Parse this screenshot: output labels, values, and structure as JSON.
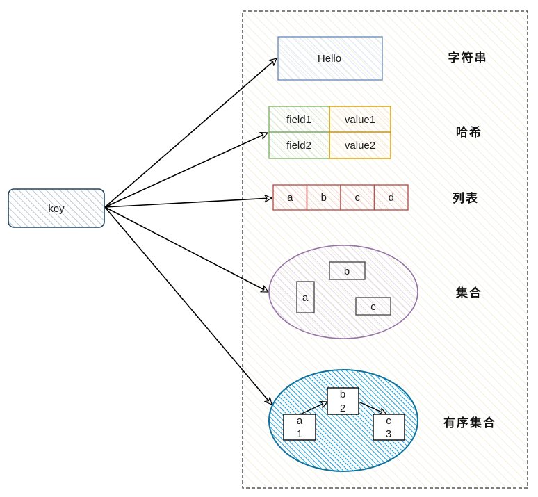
{
  "key_node": {
    "label": "key",
    "stroke": "#23445d",
    "fill": "#bac8d3"
  },
  "container": {
    "stroke": "#333333",
    "fill": "#f9f7ed"
  },
  "string": {
    "value": "Hello",
    "type_label": "字符串",
    "stroke": "#6c8ebf",
    "fill": "#dae8fc"
  },
  "hash": {
    "type_label": "哈希",
    "rows": [
      {
        "field": "field1",
        "value": "value1"
      },
      {
        "field": "field2",
        "value": "value2"
      }
    ],
    "field_stroke": "#82b366",
    "field_fill": "#d5e8d4",
    "value_stroke": "#d79b00",
    "value_fill": "#ffe6cc"
  },
  "list": {
    "type_label": "列表",
    "items": [
      "a",
      "b",
      "c",
      "d"
    ],
    "stroke": "#b85450",
    "fill": "#f8cecc"
  },
  "set": {
    "type_label": "集合",
    "members": [
      "a",
      "b",
      "c"
    ],
    "stroke": "#9673a6",
    "fill": "#e1d5e7",
    "member_stroke": "#4d4d4d"
  },
  "zset": {
    "type_label": "有序集合",
    "members": [
      {
        "member": "a",
        "score": "1"
      },
      {
        "member": "b",
        "score": "2"
      },
      {
        "member": "c",
        "score": "3"
      }
    ],
    "stroke": "#10739e",
    "fill": "#1ba1e2"
  }
}
